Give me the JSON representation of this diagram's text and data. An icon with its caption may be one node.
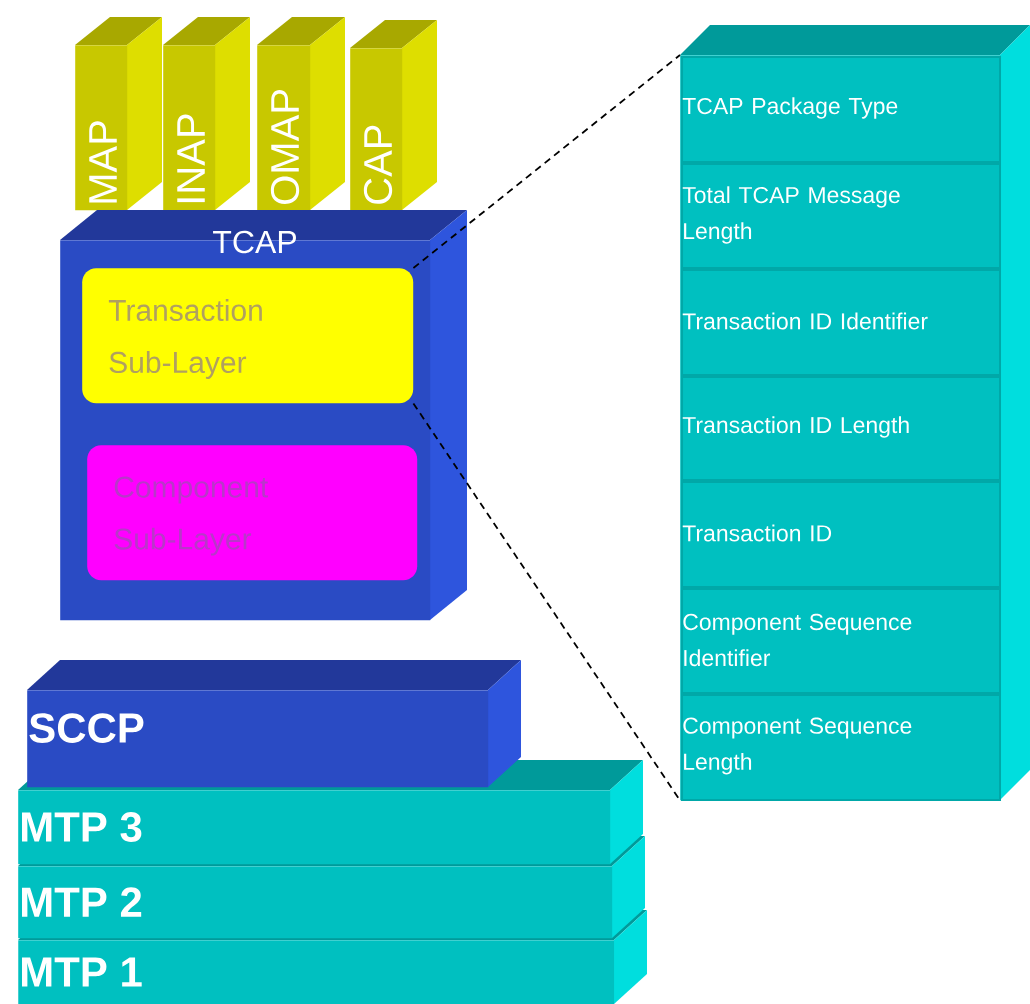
{
  "diagram": {
    "nodes": [
      {
        "text": [
          "MAP"
        ]
      },
      {
        "text": [
          "INAP"
        ]
      },
      {
        "text": [
          "OMAP"
        ]
      },
      {
        "text": [
          "CAP"
        ]
      },
      {
        "text": [
          "TCAP"
        ]
      },
      {
        "text": [
          "Transaction Sub-Layer"
        ],
        "in": 4
      },
      {
        "text": [
          "Component Sub-Layer"
        ],
        "in": 4
      },
      {
        "text": [
          "SCCP"
        ]
      },
      {
        "text": [
          "MTP 3"
        ]
      },
      {
        "text": [
          "MTP 2"
        ]
      },
      {
        "text": [
          "MTP 1"
        ]
      },
      {
        "text": [],
        "shape": "box"
      },
      {
        "text": [
          "TCAP Package Type"
        ],
        "in": 11
      },
      {
        "text": [
          "Total TCAP Message Length"
        ],
        "in": 11
      },
      {
        "text": [
          "Transaction ID Identifier"
        ],
        "in": 11
      },
      {
        "text": [
          "Transaction ID Length"
        ],
        "in": 11
      },
      {
        "text": [
          "Transaction ID"
        ],
        "in": 11
      },
      {
        "text": [
          "Component Sequence Identifier"
        ],
        "in": 11
      },
      {
        "text": [
          "Component Sequence Length"
        ],
        "in": 11
      }
    ],
    "edges": [
      {
        "from": 5,
        "to": 11,
        "arrow": "none",
        "style": "dashed"
      },
      {
        "from": 5,
        "to": 11,
        "arrow": "none",
        "style": "dashed"
      }
    ]
  }
}
